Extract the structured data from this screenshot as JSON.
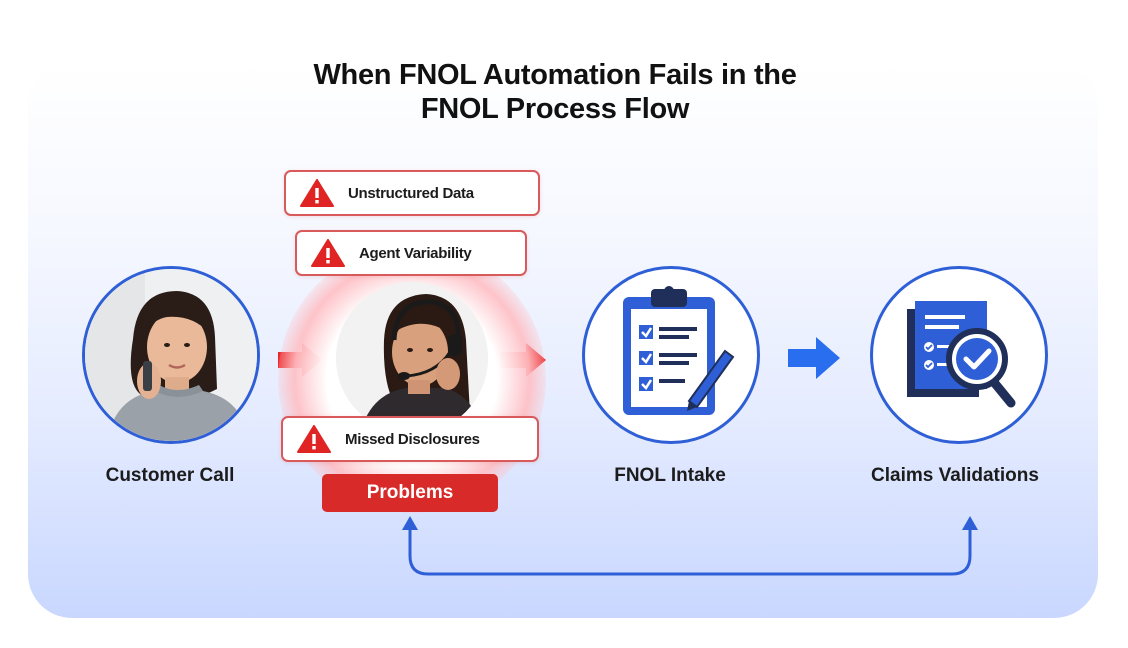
{
  "title": {
    "line1": "When FNOL Automation Fails in the",
    "line2": "FNOL Process Flow"
  },
  "nodes": {
    "customer": "Customer Call",
    "intake": "FNOL Intake",
    "claims": "Claims Validations"
  },
  "problems": {
    "items": [
      "Unstructured Data",
      "Agent Variability",
      "Missed Disclosures"
    ],
    "badge": "Problems"
  },
  "colors": {
    "accent_blue": "#2f5fd6",
    "problem_red": "#d92a2a",
    "arrow_red": "#e8282b",
    "arrow_blue": "#2a6ef0"
  },
  "icons": {
    "warning": "warning-triangle-icon",
    "clipboard": "clipboard-checklist-icon",
    "document_search": "document-magnifier-check-icon"
  }
}
